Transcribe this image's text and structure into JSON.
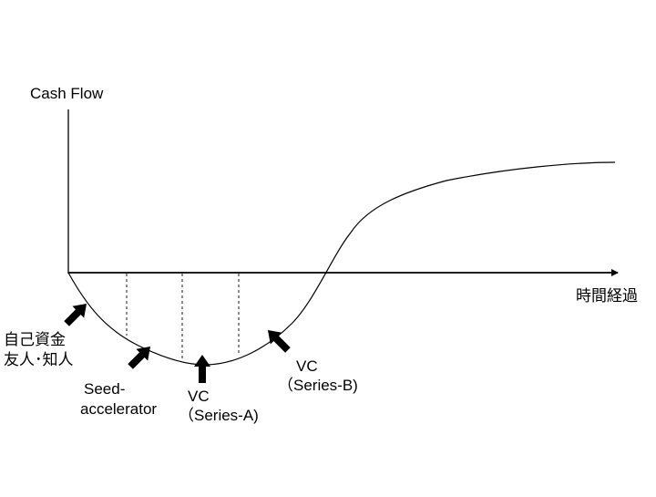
{
  "diagram": {
    "y_axis_label": "Cash Flow",
    "x_axis_label": "時間経過",
    "stages": [
      {
        "line1": "自己資金",
        "line2": "友人･知人"
      },
      {
        "line1": "Seed-",
        "line2": "accelerator"
      },
      {
        "line1": "VC",
        "line2": "（Series-A)"
      },
      {
        "line1": "VC",
        "line2": "（Series-B)"
      }
    ]
  }
}
